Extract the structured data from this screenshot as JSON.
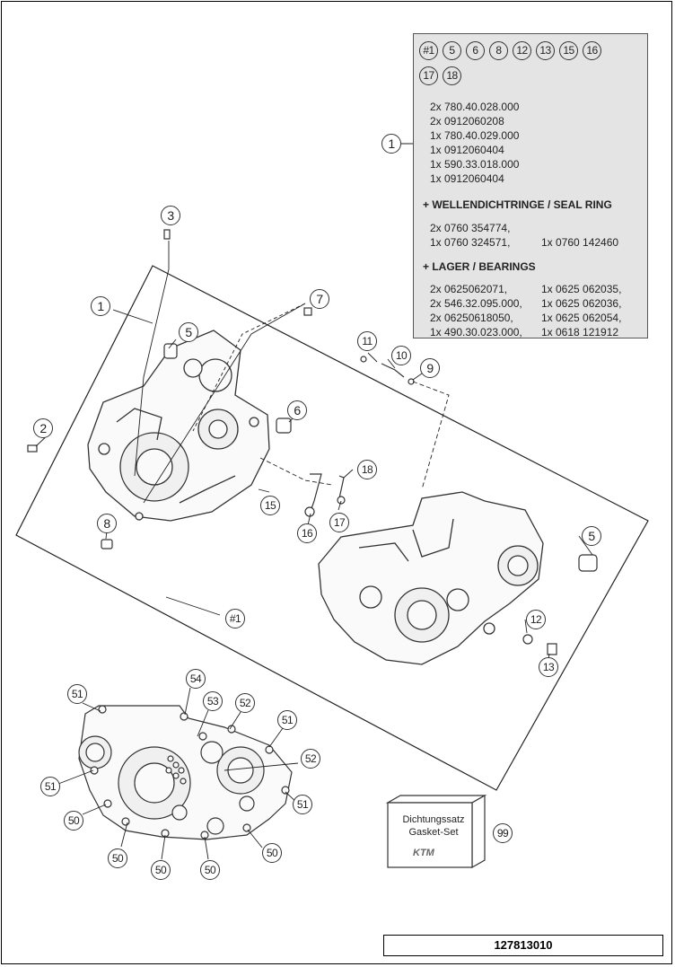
{
  "legend": {
    "callouts": [
      "#1",
      "5",
      "6",
      "8",
      "12",
      "13",
      "15",
      "16",
      "17",
      "18"
    ],
    "lines": [
      "2x 780.40.028.000",
      "2x 0912060208",
      "1x 780.40.029.000",
      "1x 0912060404",
      "1x 590.33.018.000",
      "1x 0912060404"
    ],
    "seal_heading": "+ WELLENDICHTRINGE /  SEAL RING",
    "seal_col1": [
      "2x 0760 354774,",
      "1x 0760 324571,"
    ],
    "seal_col2": [
      "",
      "1x 0760 142460"
    ],
    "bearing_heading": "+ LAGER / BEARINGS",
    "bearing_col1": [
      "2x 0625062071,",
      "2x 546.32.095.000,",
      "2x 06250618050,",
      "1x 490.30.023.000,"
    ],
    "bearing_col2": [
      "1x 0625 062035,",
      "1x 0625 062036,",
      "1x 0625 062054,",
      "1x 0618 121912"
    ]
  },
  "callouts": [
    {
      "id": "c1-legend",
      "label": "1"
    },
    {
      "id": "c1",
      "label": "1"
    },
    {
      "id": "c2",
      "label": "2"
    },
    {
      "id": "c3",
      "label": "3"
    },
    {
      "id": "c5a",
      "label": "5"
    },
    {
      "id": "c5b",
      "label": "5"
    },
    {
      "id": "c6",
      "label": "6"
    },
    {
      "id": "c7",
      "label": "7"
    },
    {
      "id": "c8",
      "label": "8"
    },
    {
      "id": "c9",
      "label": "9"
    },
    {
      "id": "c10",
      "label": "10"
    },
    {
      "id": "c11",
      "label": "11"
    },
    {
      "id": "c12",
      "label": "12"
    },
    {
      "id": "c13",
      "label": "13"
    },
    {
      "id": "c15",
      "label": "15"
    },
    {
      "id": "c16",
      "label": "16"
    },
    {
      "id": "c17",
      "label": "17"
    },
    {
      "id": "c18",
      "label": "18"
    },
    {
      "id": "c-hash1",
      "label": "#1"
    },
    {
      "id": "c51a",
      "label": "51"
    },
    {
      "id": "c51b",
      "label": "51"
    },
    {
      "id": "c51c",
      "label": "51"
    },
    {
      "id": "c51d",
      "label": "51"
    },
    {
      "id": "c52a",
      "label": "52"
    },
    {
      "id": "c52b",
      "label": "52"
    },
    {
      "id": "c53",
      "label": "53"
    },
    {
      "id": "c54",
      "label": "54"
    },
    {
      "id": "c50a",
      "label": "50"
    },
    {
      "id": "c50b",
      "label": "50"
    },
    {
      "id": "c50c",
      "label": "50"
    },
    {
      "id": "c50d",
      "label": "50"
    },
    {
      "id": "c50e",
      "label": "50"
    },
    {
      "id": "c99",
      "label": "99"
    }
  ],
  "kit": {
    "line1": "Dichtungssatz",
    "line2": "Gasket-Set",
    "logo": "KTM"
  },
  "footer": {
    "code": "127813010"
  }
}
